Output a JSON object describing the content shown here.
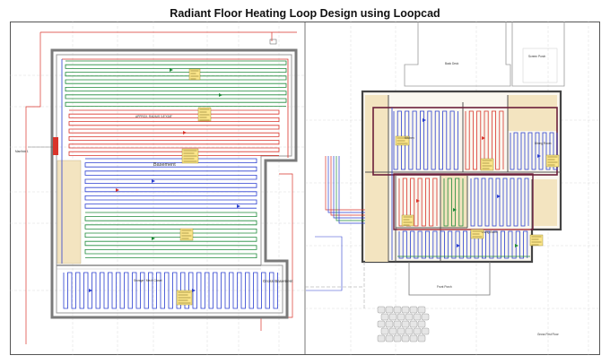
{
  "title": "Radiant Floor Heating Loop Design using Loopcad",
  "colors": {
    "red": "#d9342b",
    "green": "#1f8a3a",
    "blue": "#2b3fd0",
    "tan": "#f3e4c0",
    "wall": "#777777",
    "grid": "#bfbfbf",
    "cyan": "#3aa6d8"
  },
  "basement": {
    "label_basement": "Basement",
    "label_gross": "Gross Basement",
    "label_storage": "Storage / Mech Closet",
    "label_manifold": "Manifold 1",
    "label_approx": "APPROX. RADIUS 3.8\"X3/8\""
  },
  "first_floor": {
    "label_back_deck": "Back Deck",
    "label_screen_porch": "Screen Porch",
    "label_front_porch": "Front Porch",
    "label_gross": "Gross First Floor",
    "label_kitchen": "Kitchen",
    "label_living": "Living Room",
    "label_dining": "Dining Room"
  }
}
